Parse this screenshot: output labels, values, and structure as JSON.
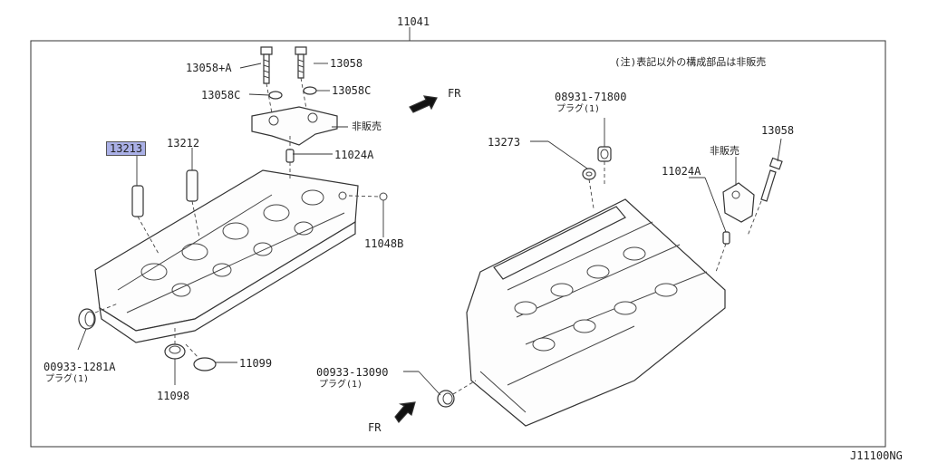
{
  "labels": {
    "main_assembly": "11041",
    "note": "(注)表記以外の構成部品は非販売",
    "bolt_a": "13058+A",
    "bolt": "13058",
    "washer_c_left": "13058C",
    "washer_c_right": "13058C",
    "fr_top": "FR",
    "fr_bottom": "FR",
    "not_sold_top": "非販売",
    "not_sold_right": "非販売",
    "part_13213": "13213",
    "part_13212": "13212",
    "dowel_top": "11024A",
    "dowel_right": "11024A",
    "pin_11048b": "11048B",
    "plug_08931": "08931-71800",
    "plug_08931_sub": "プラグ(1)",
    "gasket_13273": "13273",
    "bolt_right": "13058",
    "plug_00933_1281a": "00933-1281A",
    "plug_00933_1281a_sub": "プラグ(1)",
    "plug_00933_13090": "00933-13090",
    "plug_00933_13090_sub": "プラグ(1)",
    "part_11098": "11098",
    "part_11099": "11099",
    "diagram_code": "J11100NG"
  }
}
